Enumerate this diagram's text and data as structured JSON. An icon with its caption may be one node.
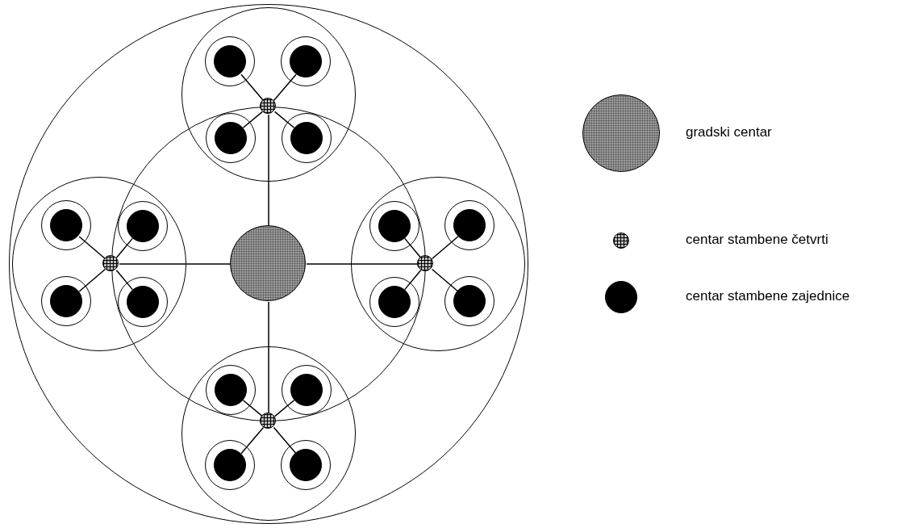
{
  "diagram": {
    "nodes": [
      {
        "text": [],
        "shape": "circle"
      },
      {
        "text": [],
        "shape": "circle",
        "in": 0
      },
      {
        "text": [],
        "shape": "circle",
        "in": 1
      },
      {
        "text": [],
        "shape": "circle",
        "in": 0
      },
      {
        "text": [],
        "shape": "circle",
        "in": 3
      },
      {
        "text": [],
        "shape": "circle",
        "in": 4
      },
      {
        "text": [],
        "shape": "circle",
        "in": 3
      },
      {
        "text": [],
        "shape": "circle",
        "in": 6
      },
      {
        "text": [],
        "shape": "circle",
        "in": 3
      },
      {
        "text": [],
        "shape": "circle"
      },
      {
        "text": [],
        "shape": "circle",
        "in": 9
      },
      {
        "text": [],
        "shape": "circle"
      },
      {
        "text": [],
        "shape": "circle",
        "in": 11
      },
      {
        "text": [],
        "shape": "circle",
        "in": 0
      },
      {
        "text": [],
        "shape": "circle",
        "in": 13
      },
      {
        "text": [],
        "shape": "circle",
        "in": 14
      },
      {
        "text": [],
        "shape": "circle"
      },
      {
        "text": [],
        "shape": "circle",
        "in": 16
      },
      {
        "text": [],
        "shape": "circle",
        "in": 13
      },
      {
        "text": [],
        "shape": "circle",
        "in": 13
      },
      {
        "text": [],
        "shape": "circle",
        "in": 19
      },
      {
        "text": [],
        "shape": "circle"
      },
      {
        "text": [],
        "shape": "circle",
        "in": 21
      },
      {
        "text": [],
        "shape": "circle",
        "in": 0
      },
      {
        "text": [],
        "shape": "circle"
      },
      {
        "text": [],
        "shape": "circle",
        "in": 24
      },
      {
        "text": [],
        "shape": "circle",
        "in": 23
      },
      {
        "text": [],
        "shape": "circle",
        "in": 26
      },
      {
        "text": [],
        "shape": "circle",
        "in": 23
      },
      {
        "text": [],
        "shape": "circle"
      },
      {
        "text": [],
        "shape": "circle",
        "in": 29
      },
      {
        "text": [],
        "shape": "circle",
        "in": 23
      },
      {
        "text": [],
        "shape": "circle",
        "in": 31
      },
      {
        "text": [],
        "shape": "circle",
        "in": 0
      },
      {
        "text": [],
        "shape": "circle"
      },
      {
        "text": [],
        "shape": "circle",
        "in": 34
      },
      {
        "text": [],
        "shape": "circle"
      },
      {
        "text": [],
        "shape": "circle",
        "in": 36
      },
      {
        "text": [],
        "shape": "circle",
        "in": 33
      },
      {
        "text": [],
        "shape": "circle",
        "in": 33
      },
      {
        "text": [],
        "shape": "circle",
        "in": 39
      },
      {
        "text": [],
        "shape": "circle",
        "in": 33
      },
      {
        "text": [],
        "shape": "circle",
        "in": 41
      }
    ],
    "edges": [
      {
        "from": 2,
        "to": 8,
        "arrow": "none"
      },
      {
        "from": 8,
        "to": 5,
        "arrow": "none"
      },
      {
        "from": 8,
        "to": 7,
        "arrow": "none"
      },
      {
        "from": 8,
        "to": 10,
        "arrow": "none"
      },
      {
        "from": 8,
        "to": 12,
        "arrow": "none"
      },
      {
        "from": 2,
        "to": 18,
        "arrow": "none"
      },
      {
        "from": 18,
        "to": 15,
        "arrow": "none"
      },
      {
        "from": 18,
        "to": 17,
        "arrow": "none"
      },
      {
        "from": 18,
        "to": 20,
        "arrow": "none"
      },
      {
        "from": 18,
        "to": 22,
        "arrow": "none"
      },
      {
        "from": 2,
        "to": 28,
        "arrow": "none"
      },
      {
        "from": 28,
        "to": 25,
        "arrow": "none"
      },
      {
        "from": 28,
        "to": 27,
        "arrow": "none"
      },
      {
        "from": 28,
        "to": 30,
        "arrow": "none"
      },
      {
        "from": 28,
        "to": 32,
        "arrow": "none"
      },
      {
        "from": 2,
        "to": 38,
        "arrow": "none"
      },
      {
        "from": 38,
        "to": 35,
        "arrow": "none"
      },
      {
        "from": 38,
        "to": 37,
        "arrow": "none"
      },
      {
        "from": 38,
        "to": 40,
        "arrow": "none"
      },
      {
        "from": 38,
        "to": 42,
        "arrow": "none"
      }
    ],
    "legend": [
      {
        "text": "gradski centar"
      },
      {
        "text": "centar stambene četvrti"
      },
      {
        "text": "centar stambene zajednice"
      }
    ]
  }
}
